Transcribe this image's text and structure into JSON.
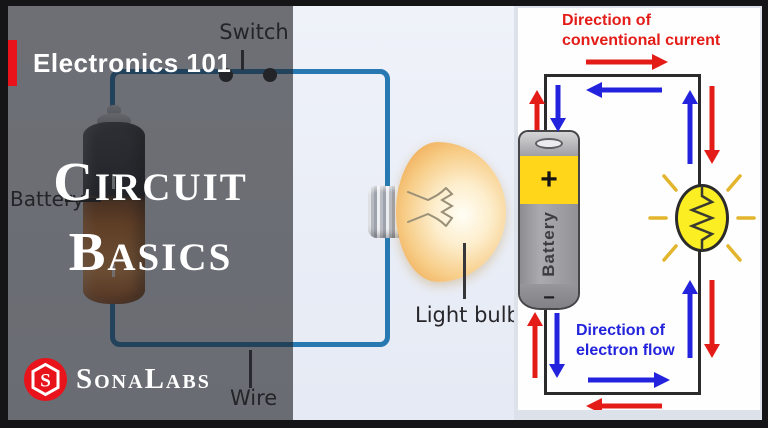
{
  "header": {
    "course_label": "Electronics 101"
  },
  "title": {
    "line1": "Circuit",
    "line2": "Basics"
  },
  "brand": {
    "name": "SonaLabs"
  },
  "left_diagram": {
    "switch_label": "Switch",
    "battery_label": "Battery",
    "wire_label": "Wire",
    "light_bulb_label": "Light bulb"
  },
  "right_diagram": {
    "conventional_line1": "Direction of",
    "conventional_line2": "conventional current",
    "electron_line1": "Direction of",
    "electron_line2": "electron flow",
    "battery_label": "Battery",
    "battery_plus": "+",
    "battery_minus": "−"
  },
  "colors": {
    "accent_red": "#e8131b",
    "wire_blue": "#2878b2",
    "conventional_current_red": "#e41c18",
    "electron_flow_blue": "#2323dd",
    "bulb_yellow": "#fbee23",
    "battery_band_yellow": "#ffd61a",
    "frame_dark": "#151517"
  }
}
